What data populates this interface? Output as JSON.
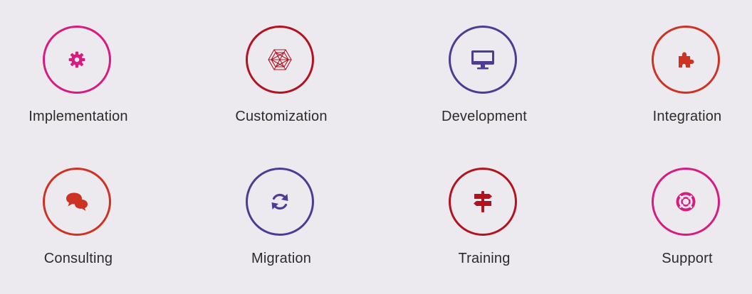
{
  "services": [
    {
      "label": "Implementation",
      "icon": "gear-icon",
      "color": "#d81b7f"
    },
    {
      "label": "Customization",
      "icon": "hexagon-mesh-icon",
      "color": "#b3121f"
    },
    {
      "label": "Development",
      "icon": "monitor-icon",
      "color": "#4b3d94"
    },
    {
      "label": "Integration",
      "icon": "puzzle-piece-icon",
      "color": "#cc3322"
    },
    {
      "label": "Consulting",
      "icon": "chat-bubbles-icon",
      "color": "#cc3322"
    },
    {
      "label": "Migration",
      "icon": "refresh-icon",
      "color": "#4b3d94"
    },
    {
      "label": "Training",
      "icon": "signpost-icon",
      "color": "#b3121f"
    },
    {
      "label": "Support",
      "icon": "lifebuoy-icon",
      "color": "#d81b7f"
    }
  ]
}
